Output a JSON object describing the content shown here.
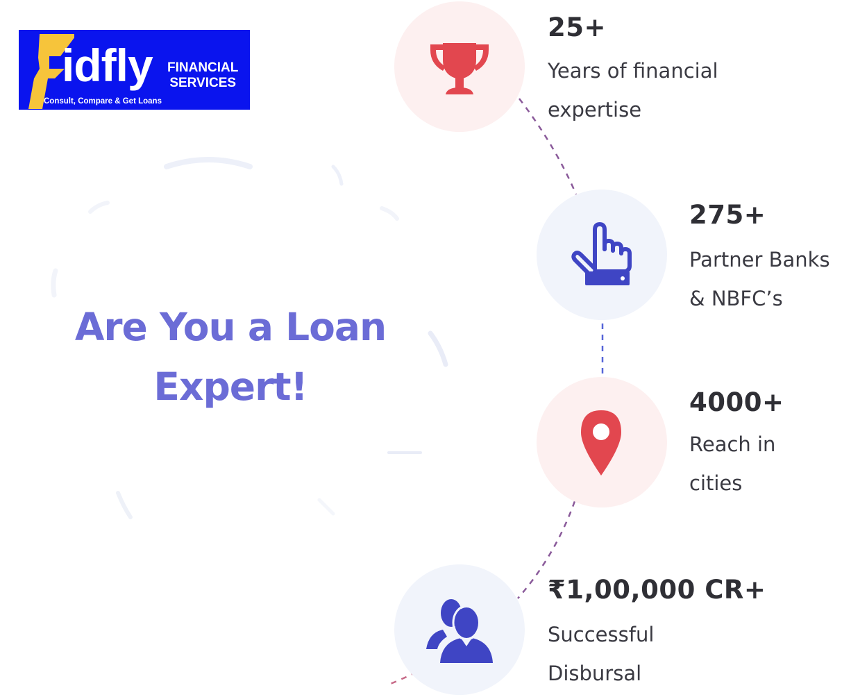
{
  "logo": {
    "brand": "idfly",
    "financial": "FINANCIAL",
    "services": "SERVICES",
    "tagline": "Consult, Compare & Get Loans",
    "colors": {
      "background": "#0a14ee",
      "bolt": "#f6c43b",
      "text": "#ffffff"
    }
  },
  "headline": {
    "line1": "Are You a Loan",
    "line2": "Expert!",
    "color": "#6b6cd6"
  },
  "stats": [
    {
      "icon": "trophy-icon",
      "value": "25+",
      "line1": "Years of financial",
      "line2": "expertise",
      "accent": "#e2474f"
    },
    {
      "icon": "pointing-hand-icon",
      "value": "275+",
      "line1": "Partner Banks",
      "line2": "& NBFC’s",
      "accent": "#3f45c4"
    },
    {
      "icon": "location-pin-icon",
      "value": "4000+",
      "line1": "Reach in",
      "line2": "cities",
      "accent": "#e2474f"
    },
    {
      "icon": "users-icon",
      "value": "₹1,00,000 CR+",
      "line1": "Successful",
      "line2": "Disbursal",
      "accent": "#3f45c4"
    }
  ]
}
